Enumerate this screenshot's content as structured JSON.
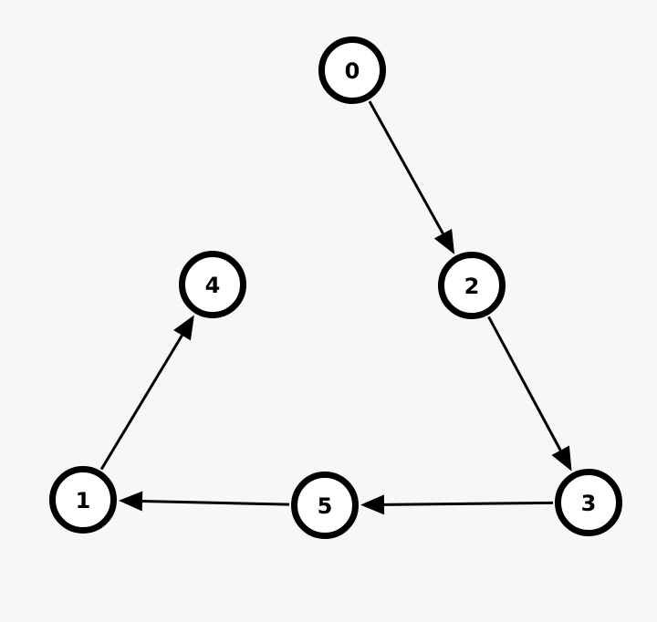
{
  "graph": {
    "type": "directed",
    "colors": {
      "background": "#f7f7f7",
      "stroke": "#000000",
      "node_fill": "#ffffff",
      "text": "#000000"
    },
    "nodes": [
      {
        "id": "0",
        "label": "0"
      },
      {
        "id": "2",
        "label": "2"
      },
      {
        "id": "4",
        "label": "4"
      },
      {
        "id": "1",
        "label": "1"
      },
      {
        "id": "5",
        "label": "5"
      },
      {
        "id": "3",
        "label": "3"
      }
    ],
    "edges": [
      {
        "from": "0",
        "to": "2"
      },
      {
        "from": "2",
        "to": "3"
      },
      {
        "from": "3",
        "to": "5"
      },
      {
        "from": "5",
        "to": "1"
      },
      {
        "from": "1",
        "to": "4"
      }
    ]
  }
}
